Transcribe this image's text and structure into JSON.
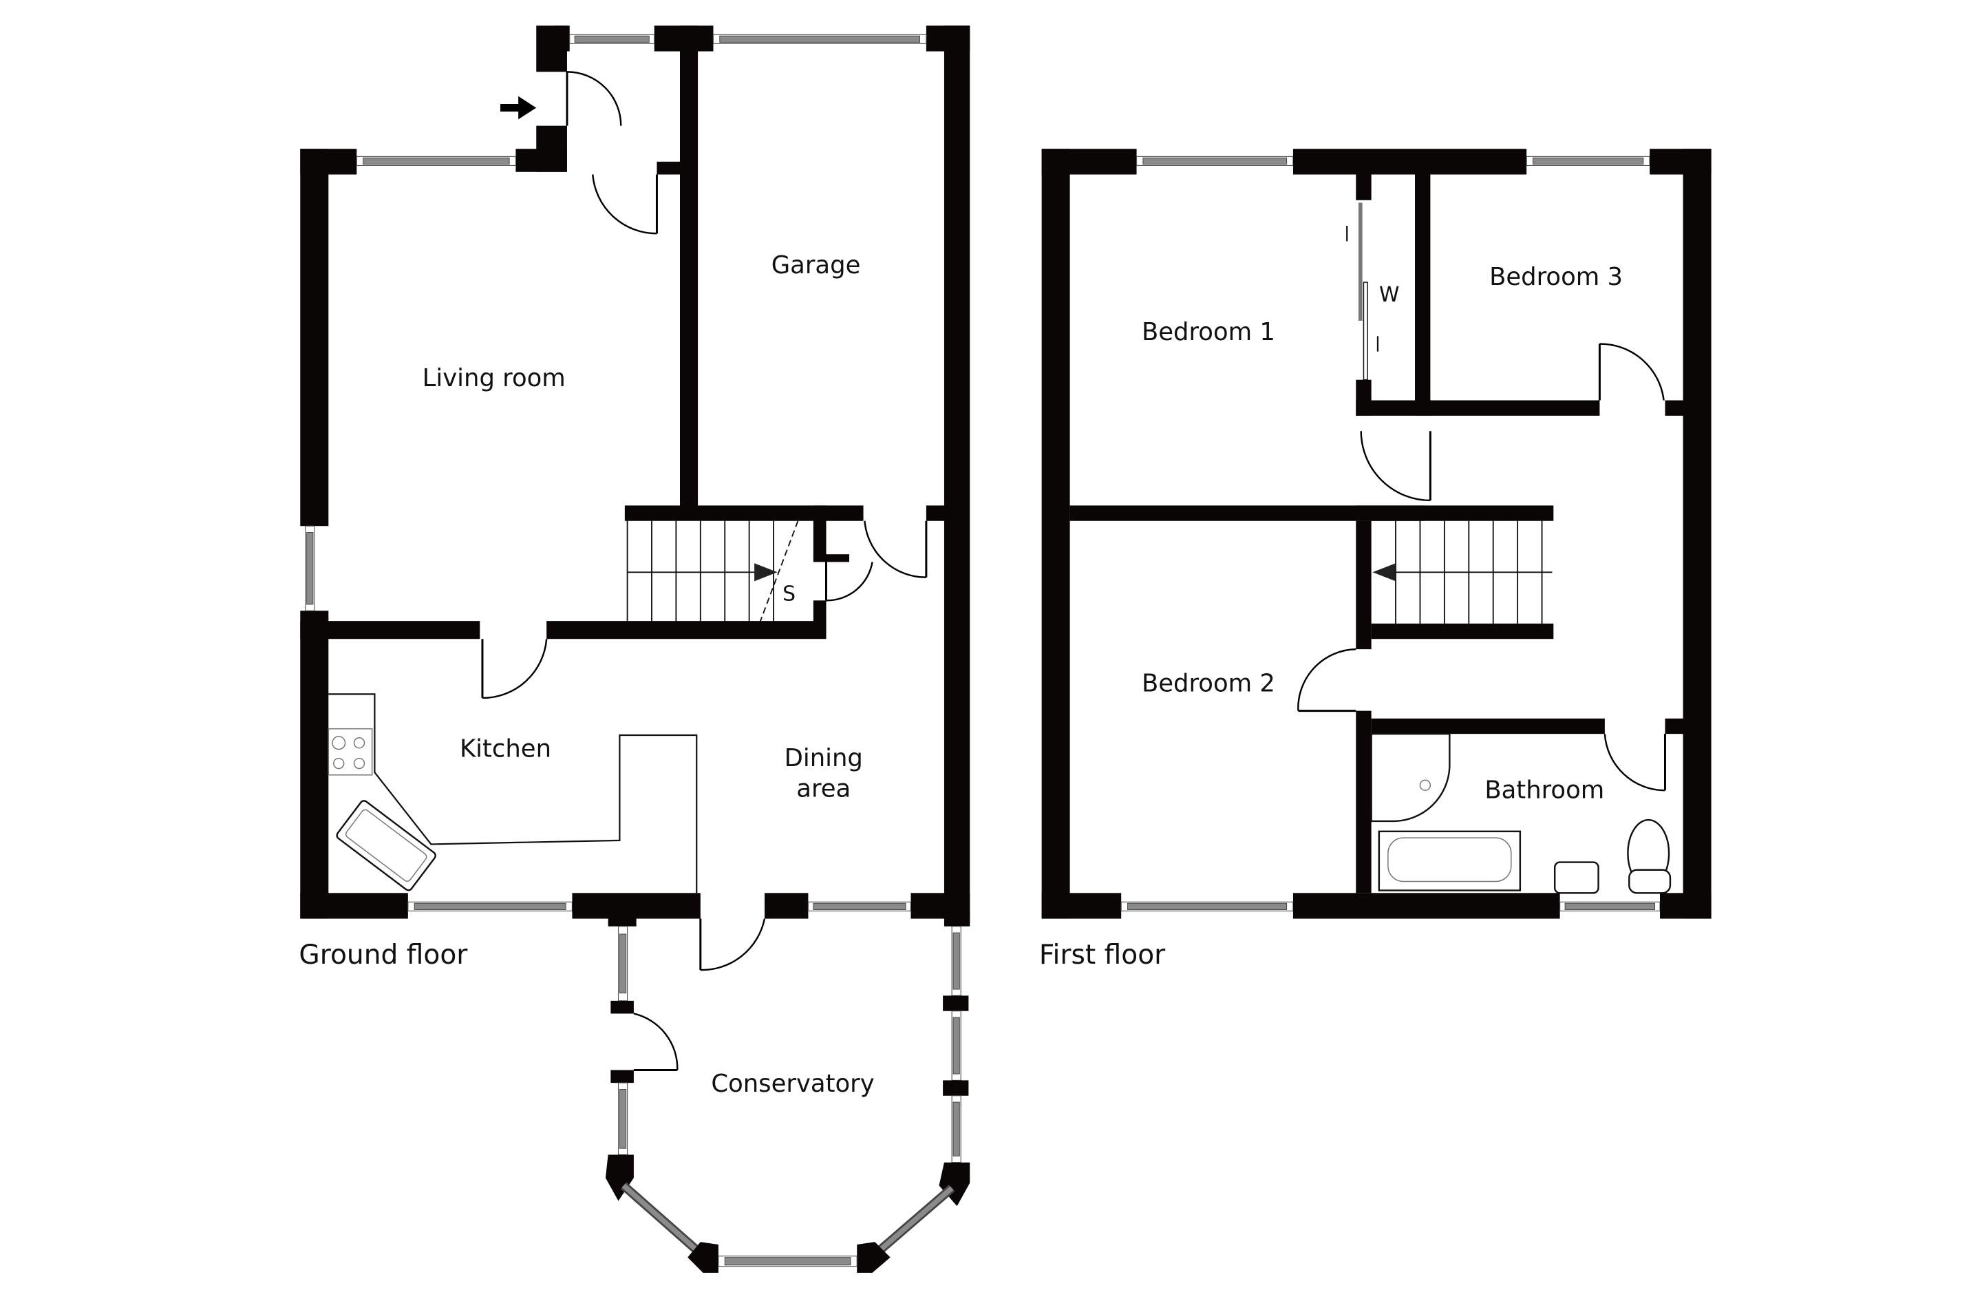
{
  "floors": [
    {
      "name": "Ground floor",
      "rooms": [
        {
          "id": "living-room",
          "label": "Living room"
        },
        {
          "id": "garage",
          "label": "Garage"
        },
        {
          "id": "kitchen",
          "label": "Kitchen"
        },
        {
          "id": "dining-area",
          "label_line1": "Dining",
          "label_line2": "area"
        },
        {
          "id": "conservatory",
          "label": "Conservatory"
        },
        {
          "id": "storage",
          "label": "S"
        }
      ],
      "symbols": [
        "entrance-arrow",
        "staircase-up",
        "hob",
        "sink"
      ]
    },
    {
      "name": "First floor",
      "rooms": [
        {
          "id": "bedroom-1",
          "label": "Bedroom 1"
        },
        {
          "id": "bedroom-2",
          "label": "Bedroom 2"
        },
        {
          "id": "bedroom-3",
          "label": "Bedroom 3"
        },
        {
          "id": "bathroom",
          "label": "Bathroom"
        },
        {
          "id": "wardrobe",
          "label": "W"
        }
      ],
      "symbols": [
        "staircase-down",
        "shower",
        "bath",
        "basin",
        "toilet",
        "sliding-doors"
      ]
    }
  ],
  "colors": {
    "wall": "#0b0606",
    "window_glass": "#8a8a8a",
    "background": "#ffffff"
  }
}
